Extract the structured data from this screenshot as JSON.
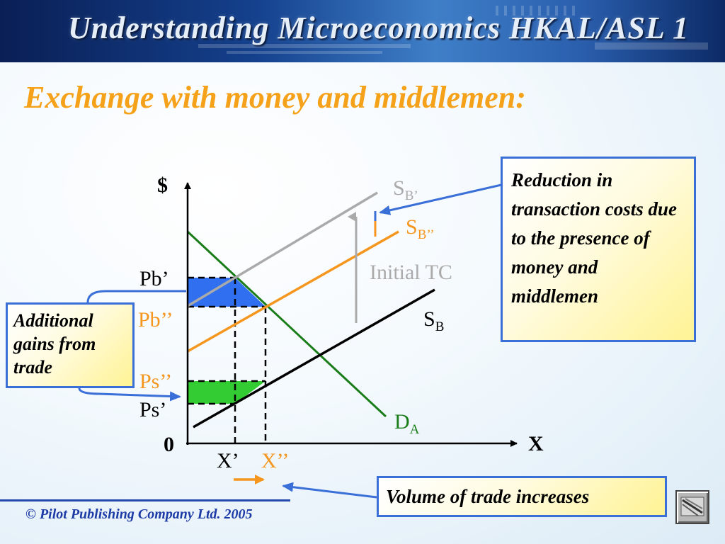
{
  "banner": {
    "title": "Understanding Microeconomics HKAL/ASL 1"
  },
  "slide": {
    "title": "Exchange with money and middlemen:"
  },
  "diagram": {
    "axis_y_label": "$",
    "axis_x_label": "X",
    "origin_label": "0",
    "price_labels": {
      "pb1": "Pb’",
      "pb2": "Pb’’",
      "ps2": "Ps’’",
      "ps1": "Ps’"
    },
    "quantity_labels": {
      "x1": "X’",
      "x2": "X’’"
    },
    "curves": {
      "sb1": {
        "main": "S",
        "sub": "B’"
      },
      "sb2": {
        "main": "S",
        "sub": "B’’"
      },
      "sb": {
        "main": "S",
        "sub": "B"
      },
      "da": {
        "main": "D",
        "sub": "A"
      }
    },
    "initial_tc_label": "Initial TC",
    "colors": {
      "demand": "#1a7d1a",
      "supply_sb": "#000000",
      "supply_sb1": "#aaaaaa",
      "supply_sb2": "#f5961e",
      "gain_blue": "#2f6ff0",
      "gain_green": "#33cc33",
      "arrow": "#3a6fd8",
      "orange": "#f5961e"
    }
  },
  "callouts": {
    "tc_reduction": "Reduction in transaction costs due to the presence of money and middlemen",
    "additional_gains": "Additional gains from trade",
    "volume": "Volume of trade increases"
  },
  "footer": {
    "copyright": "© Pilot Publishing Company Ltd. 2005"
  },
  "icons": {
    "nav": "slide-navigation-icon"
  }
}
